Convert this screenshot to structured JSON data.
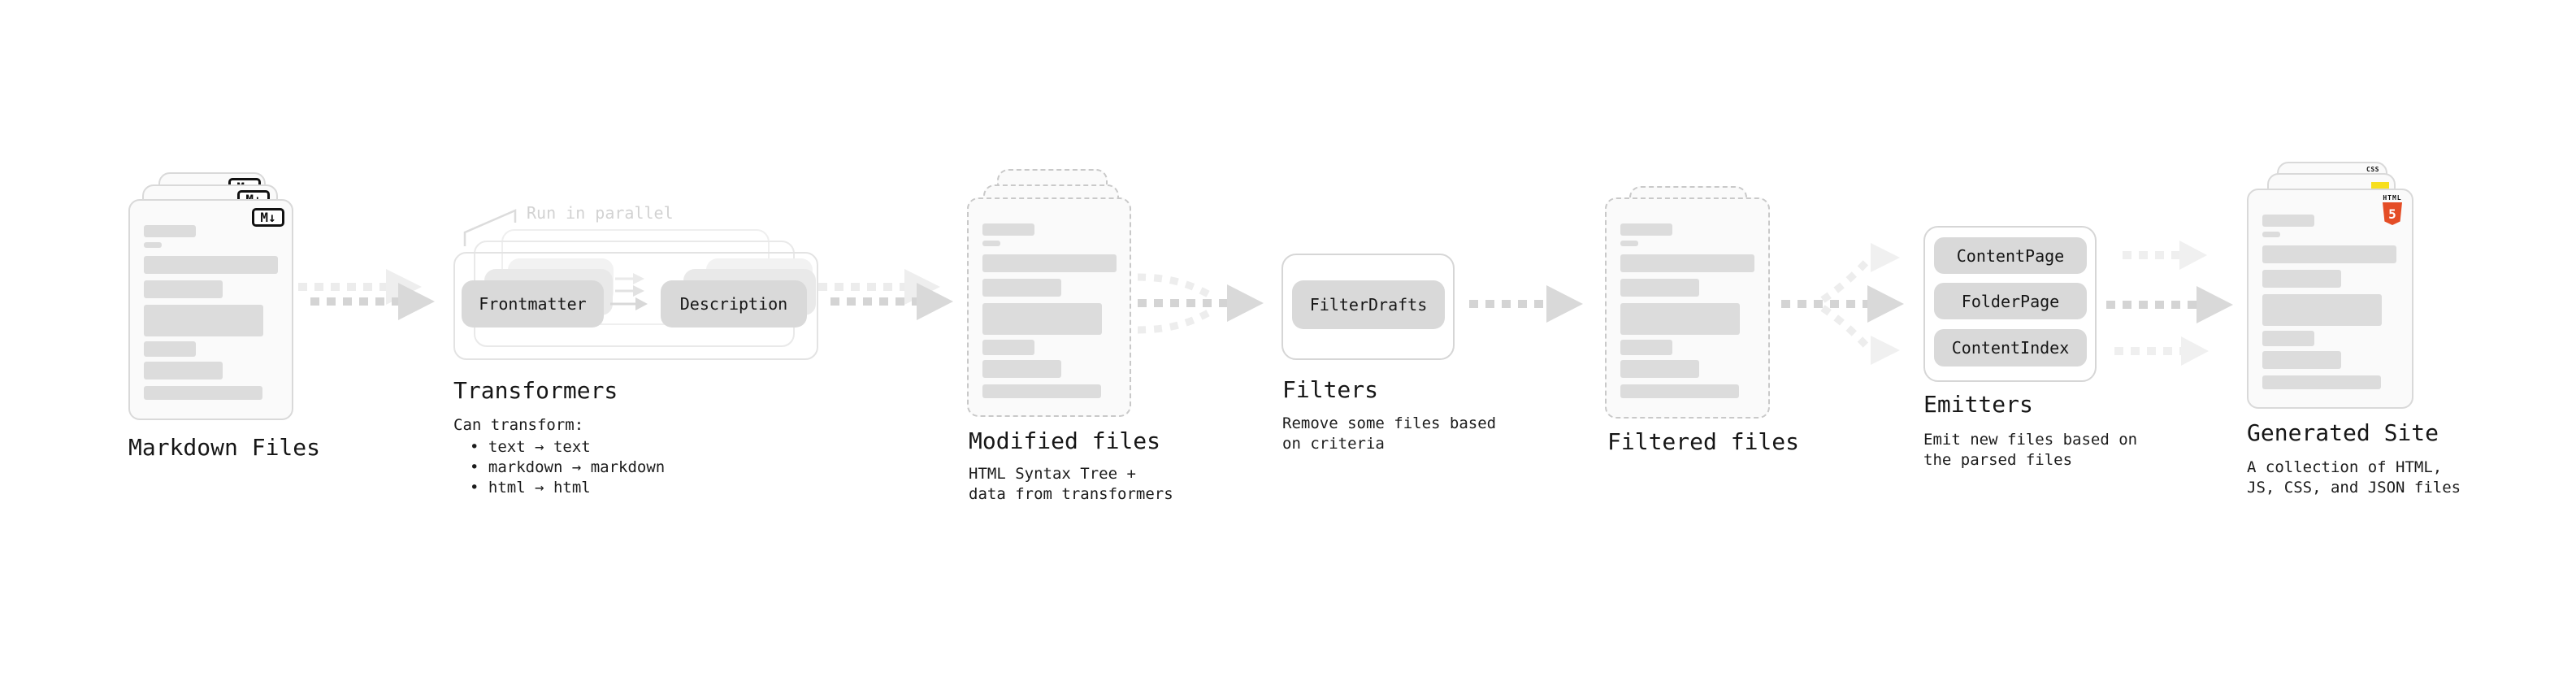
{
  "diagram": {
    "note_run_parallel": "Run in parallel"
  },
  "colors": {
    "html5_orange": "#e44d26",
    "js_yellow": "#f7df1e",
    "css_blue": "#2965f1",
    "pill_gray": "#d9d9d9",
    "muted_note_gray": "#d2d2d2"
  },
  "icons": {
    "markdown_glyph": "M↓",
    "css_label": "CSS",
    "html5_label": "HTML",
    "html5_glyph": "5"
  },
  "nodes": {
    "markdown_files": {
      "title": "Markdown Files"
    },
    "transformers": {
      "title": "Transformers",
      "pills": [
        "Frontmatter",
        "Description"
      ],
      "heading": "Can transform:",
      "bullets": [
        "• text → text",
        "• markdown → markdown",
        "• html → html"
      ]
    },
    "modified_files": {
      "title": "Modified files",
      "subtitle": [
        "HTML Syntax Tree +",
        "data from transformers"
      ]
    },
    "filters": {
      "title": "Filters",
      "pills": [
        "FilterDrafts"
      ],
      "subtitle": [
        "Remove some files based",
        "on criteria"
      ]
    },
    "filtered_files": {
      "title": "Filtered files"
    },
    "emitters": {
      "title": "Emitters",
      "pills": [
        "ContentPage",
        "FolderPage",
        "ContentIndex"
      ],
      "subtitle": [
        "Emit new files based on",
        "the parsed files"
      ]
    },
    "generated_site": {
      "title": "Generated Site",
      "subtitle": [
        "A collection of HTML,",
        "JS, CSS, and JSON files"
      ]
    }
  }
}
